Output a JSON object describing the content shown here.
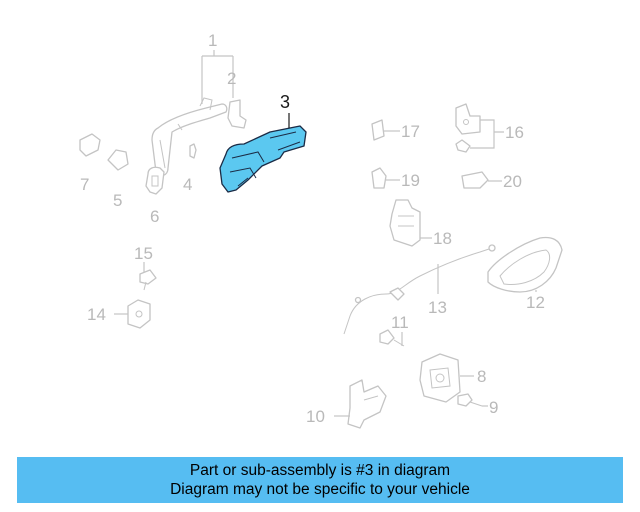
{
  "callouts": {
    "c1": "1",
    "c2": "2",
    "c3": "3",
    "c4": "4",
    "c5": "5",
    "c6": "6",
    "c7": "7",
    "c8": "8",
    "c9": "9",
    "c10": "10",
    "c11": "11",
    "c12": "12",
    "c13": "13",
    "c14": "14",
    "c15": "15",
    "c16": "16",
    "c17": "17",
    "c18": "18",
    "c19": "19",
    "c20": "20"
  },
  "highlight_color": "#5bc8f0",
  "banner": {
    "line1": "Part or sub-assembly is #3 in diagram",
    "line2": "Diagram may not be specific to your vehicle",
    "background": "#56bdf2"
  }
}
